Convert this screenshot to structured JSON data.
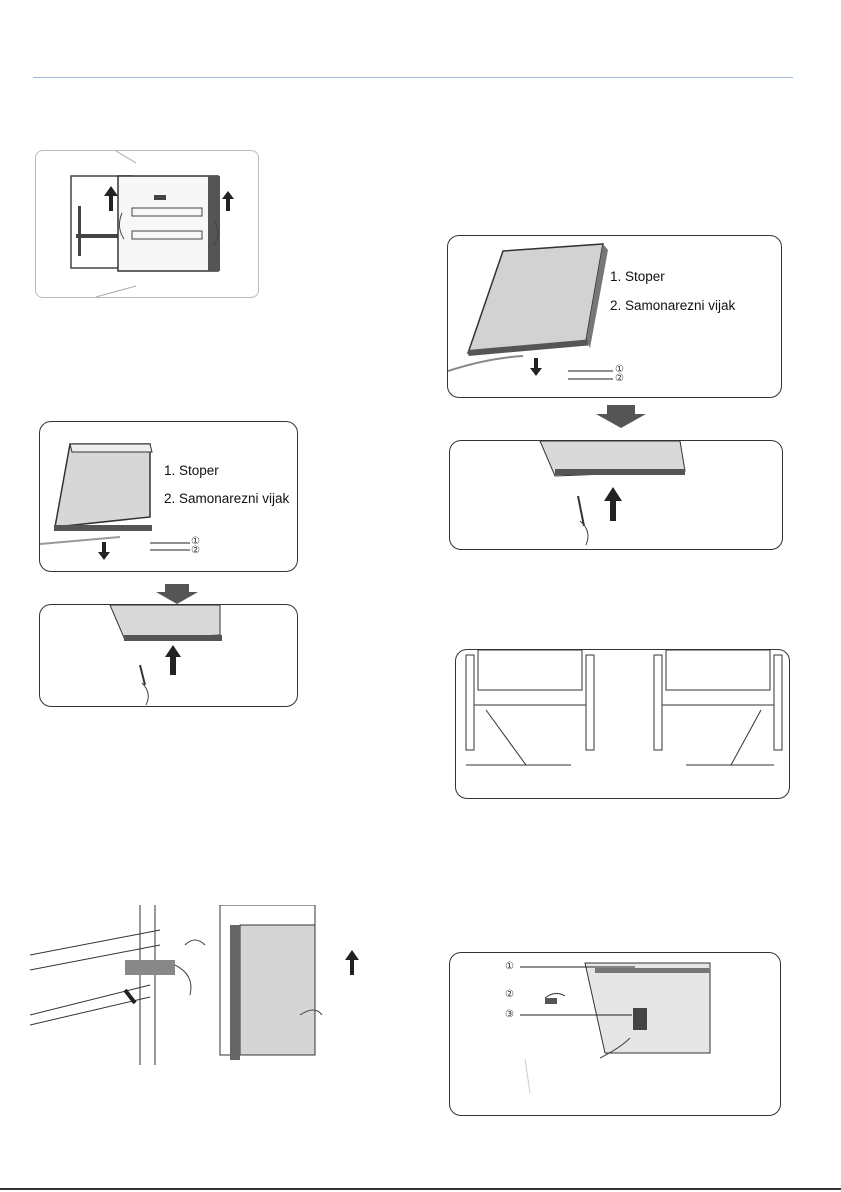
{
  "panels": {
    "left_remove": {
      "label1": "1. Stoper",
      "label2": "2. Samonarezni vijak",
      "callout1": "①",
      "callout2": "②"
    },
    "right_remove": {
      "label1": "1. Stoper",
      "label2": "2. Samonarezni vijak",
      "callout1": "①",
      "callout2": "②"
    },
    "hinge_panel": {
      "callout1": "①",
      "callout2": "②",
      "callout3": "③"
    }
  }
}
